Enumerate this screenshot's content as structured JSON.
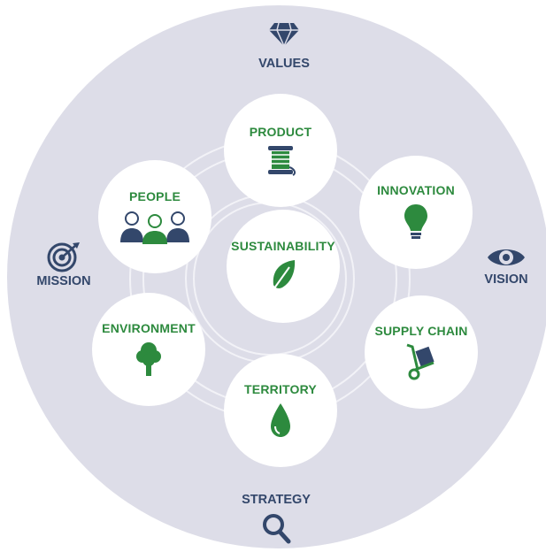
{
  "center": {
    "label": "SUSTAINABILITY",
    "icon": "leaf-icon"
  },
  "nodes": {
    "product": {
      "label": "PRODUCT",
      "icon": "thread-spool-icon"
    },
    "innovation": {
      "label": "INNOVATION",
      "icon": "lightbulb-icon"
    },
    "supply_chain": {
      "label": "SUPPLY CHAIN",
      "icon": "hand-truck-icon"
    },
    "territory": {
      "label": "TERRITORY",
      "icon": "water-drop-icon"
    },
    "environment": {
      "label": "ENVIRONMENT",
      "icon": "tree-icon"
    },
    "people": {
      "label": "PEOPLE",
      "icon": "people-group-icon"
    }
  },
  "outer": {
    "values": {
      "label": "VALUES",
      "icon": "diamond-icon"
    },
    "vision": {
      "label": "VISION",
      "icon": "eye-icon"
    },
    "strategy": {
      "label": "STRATEGY",
      "icon": "magnifier-icon"
    },
    "mission": {
      "label": "MISSION",
      "icon": "target-icon"
    }
  },
  "colors": {
    "green": "#2d8a3e",
    "navy": "#33476b",
    "background": "#dddde8",
    "node_fill": "#ffffff"
  }
}
